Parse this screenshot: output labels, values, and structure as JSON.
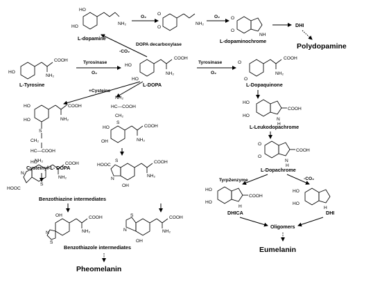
{
  "compounds": {
    "l_dopamine": "L-dopamine",
    "l_dopaminochrome": "L-dopaminochrome",
    "dhi_top": "DHI",
    "polydopamine": "Polydopamine",
    "l_tyrosine": "L-Tyrosine",
    "l_dopa": "L-DOPA",
    "l_dopaquinone": "L-Dopaquinone",
    "cysteinyl_dopa": "Cysteinyl-L- DOPA",
    "l_leukodopachrome": "L-Leukodopachrome",
    "l_dopachrome": "L-Dopachrome",
    "benzothiazine": "Benzothiazine intermediates",
    "dhica": "DHICA",
    "dhi": "DHI",
    "oligomers": "Oligomers",
    "benzothiazole": "Benzothiazole intermediates",
    "eumelanin": "Eumelanin",
    "pheomelanin": "Pheomelanin"
  },
  "reactions": {
    "o2_a": "O₂",
    "o2_b": "O₂",
    "dopa_decarboxylase": "DOPA decarboxylase",
    "minus_co2_a": "-CO₂",
    "tyrosinase_a": "Tyrosinase",
    "o2_c": "O₂",
    "tyrosinase_b": "Tyrosinase",
    "o2_d": "O₂",
    "plus_cysteine": "+Cysteine",
    "tyrp2enzyme": "Tyrp2enzyme",
    "minus_co2_b": "-CO₂"
  },
  "groups": {
    "ho": "HO",
    "oh": "OH",
    "o": "O",
    "nh2": "NH₂",
    "nh": "NH",
    "n": "N",
    "h": "H",
    "s": "S",
    "cooh": "COOH",
    "hooc": "HOOC",
    "hc_cooh": "HC—COOH",
    "ch2": "CH₂",
    "ch2_sub": "₂"
  }
}
